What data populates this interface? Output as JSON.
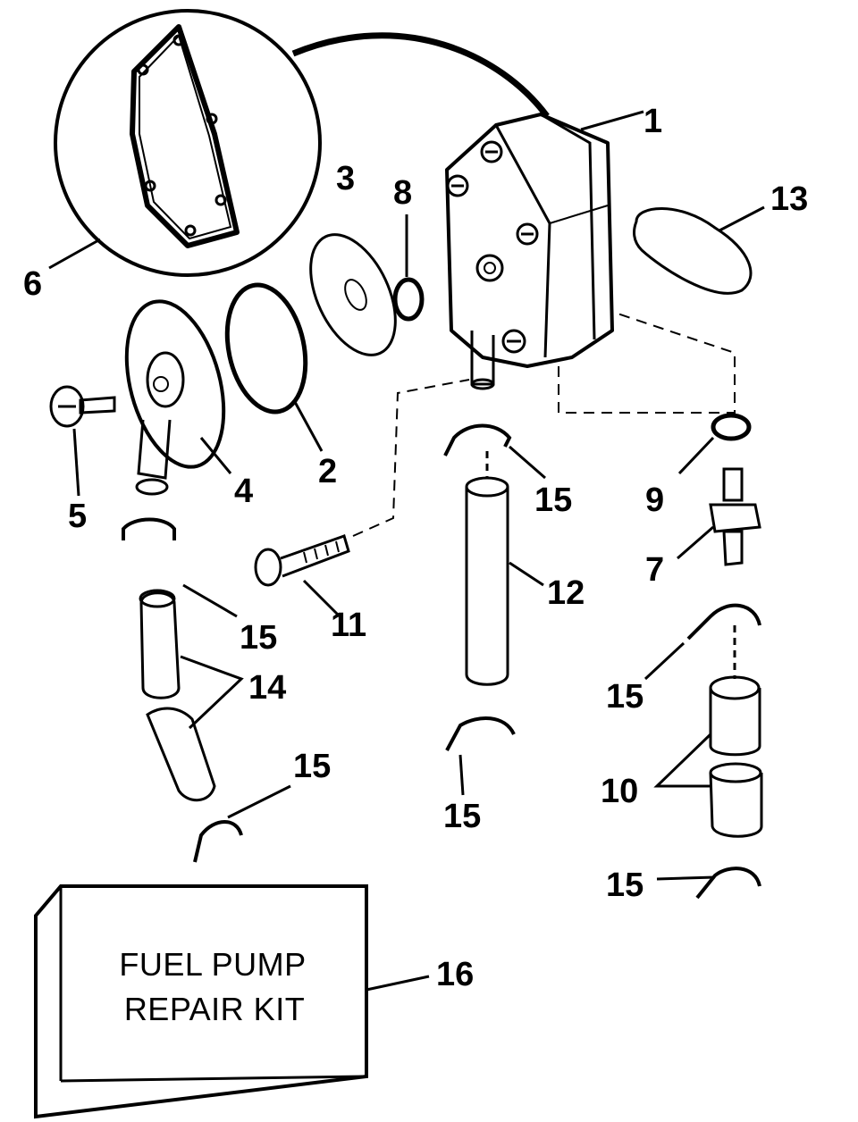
{
  "diagram": {
    "part_numbers": {
      "p1": "1",
      "p2": "2",
      "p3": "3",
      "p4": "4",
      "p5": "5",
      "p6": "6",
      "p7": "7",
      "p8": "8",
      "p9": "9",
      "p10": "10",
      "p11": "11",
      "p12": "12",
      "p13": "13",
      "p14": "14",
      "p15": "15",
      "p16": "16"
    },
    "kit_box": {
      "line1": "FUEL PUMP",
      "line2": "REPAIR KIT"
    }
  }
}
